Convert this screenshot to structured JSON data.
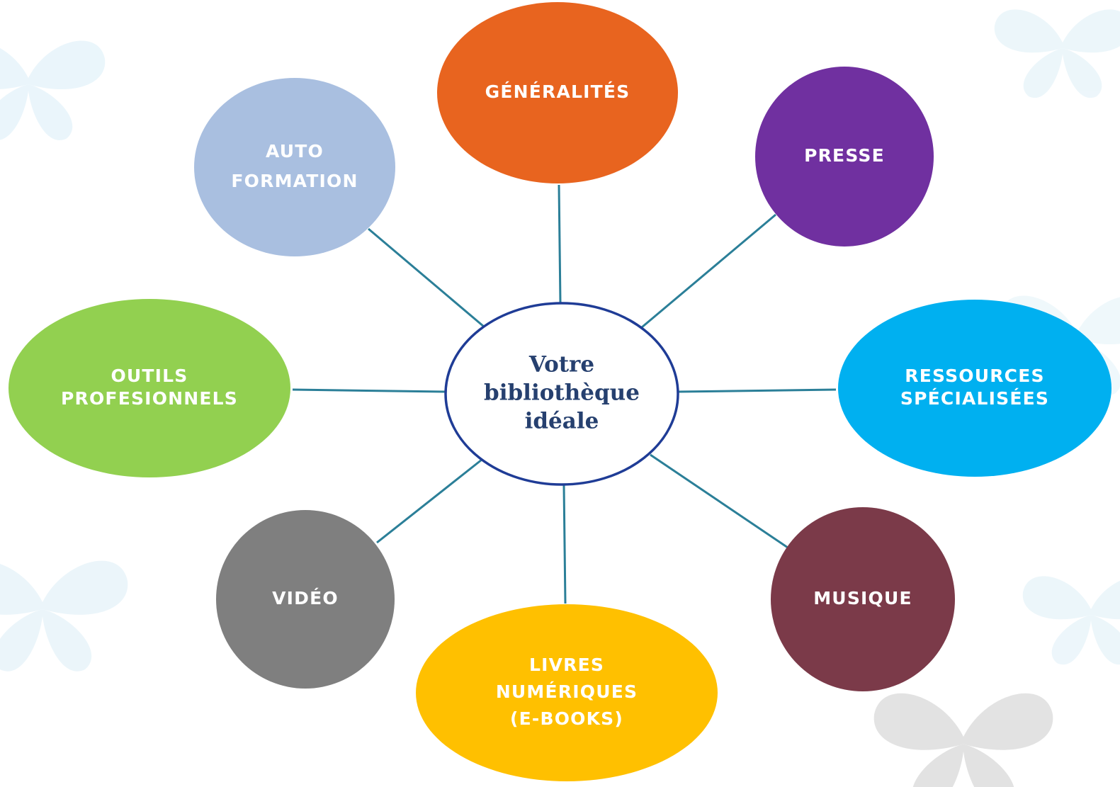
{
  "center": {
    "lines": [
      "Votre",
      "bibliothèque",
      "idéale"
    ],
    "fill": "#ffffff",
    "stroke": "#1f3c96",
    "text_color": "#26406f"
  },
  "connector_color": "#2b7f98",
  "nodes": [
    {
      "id": "generalites",
      "lines": [
        "GÉNÉRALITÉS"
      ],
      "color": "#e8641f"
    },
    {
      "id": "presse",
      "lines": [
        "PRESSE"
      ],
      "color": "#7030a0"
    },
    {
      "id": "ressources-specialisees",
      "lines": [
        "RESSOURCES",
        "SPÉCIALISÉES"
      ],
      "color": "#00b0f0"
    },
    {
      "id": "musique",
      "lines": [
        "MUSIQUE"
      ],
      "color": "#7b3a49"
    },
    {
      "id": "livres-numeriques",
      "lines": [
        "LIVRES",
        "NUMÉRIQUES",
        "(E-BOOKS)"
      ],
      "color": "#ffc000"
    },
    {
      "id": "video",
      "lines": [
        "VIDÉO"
      ],
      "color": "#7f7f7f"
    },
    {
      "id": "outils-professionnels",
      "lines": [
        "OUTILS",
        "PROFESIONNELS"
      ],
      "color": "#92d050"
    },
    {
      "id": "auto-formation",
      "lines": [
        "AUTO",
        "FORMATION"
      ],
      "color": "#a9bfe0"
    }
  ]
}
